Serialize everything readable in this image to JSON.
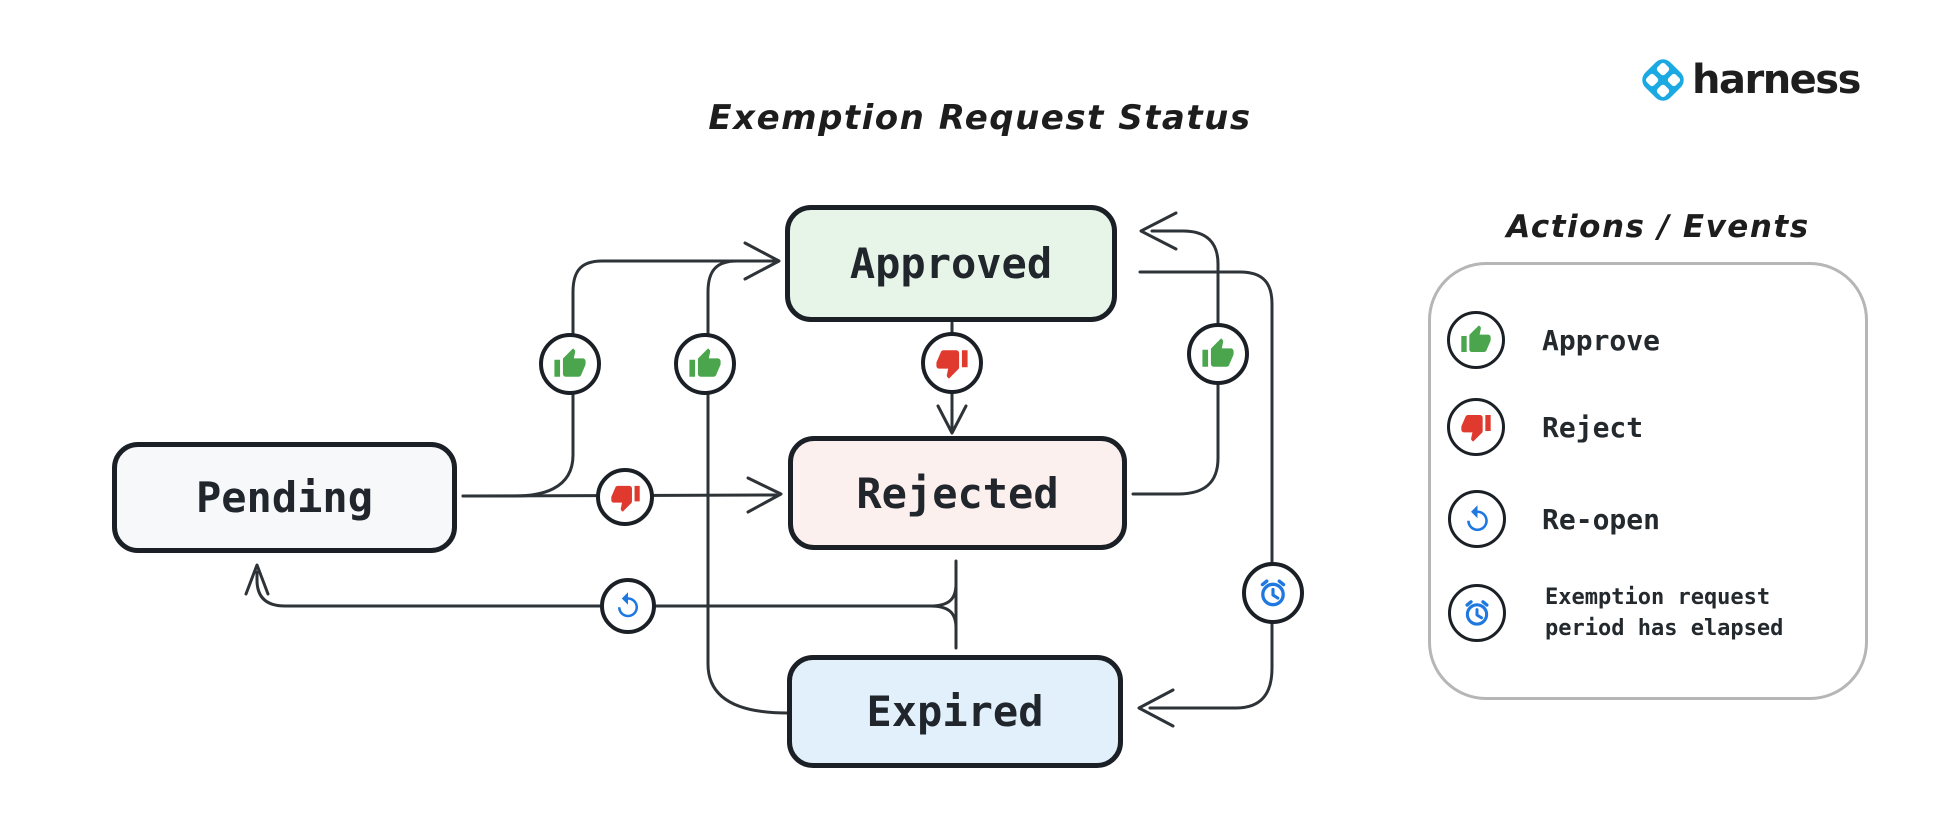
{
  "page": {
    "background": "#ffffff"
  },
  "logo": {
    "text": "harness",
    "icon": "harness-diamond-icon",
    "icon_color": "#1ba9e4",
    "text_color": "#1e1e1e"
  },
  "diagram": {
    "title": "Exemption Request Status",
    "states": [
      {
        "id": "pending",
        "label": "Pending",
        "fill": "#f6f8fa"
      },
      {
        "id": "approved",
        "label": "Approved",
        "fill": "#e7f5e9"
      },
      {
        "id": "rejected",
        "label": "Rejected",
        "fill": "#fcf0ee"
      },
      {
        "id": "expired",
        "label": "Expired",
        "fill": "#e1f0fb"
      }
    ],
    "transitions": [
      {
        "from": "Pending",
        "to": "Approved",
        "action": "Approve"
      },
      {
        "from": "Pending",
        "to": "Rejected",
        "action": "Reject"
      },
      {
        "from": "Approved",
        "to": "Rejected",
        "action": "Reject"
      },
      {
        "from": "Rejected",
        "to": "Approved",
        "action": "Approve"
      },
      {
        "from": "Rejected",
        "to": "Pending",
        "action": "Re-open"
      },
      {
        "from": "Rejected",
        "to": "Expired",
        "action": ""
      },
      {
        "from": "Expired",
        "to": "Approved",
        "action": "Approve"
      },
      {
        "from": "Approved",
        "to": "Expired",
        "action": "Exemption request period has elapsed"
      }
    ]
  },
  "legend": {
    "title": "Actions / Events",
    "items": [
      {
        "icon": "thumbs-up-icon",
        "label": "Approve",
        "color": "#4aa54d"
      },
      {
        "icon": "thumbs-down-icon",
        "label": "Reject",
        "color": "#e03a2e"
      },
      {
        "icon": "reopen-icon",
        "label": "Re-open",
        "color": "#1e78e0"
      },
      {
        "icon": "alarm-icon",
        "label": "Exemption request period has elapsed",
        "color": "#1e78e0"
      }
    ]
  },
  "colors": {
    "approve_green": "#4aa54d",
    "reject_red": "#e03a2e",
    "event_blue": "#1e78e0",
    "stroke_dark": "#1b2026",
    "edge_line": "#2e3338",
    "legend_border": "#b6b6b6"
  }
}
